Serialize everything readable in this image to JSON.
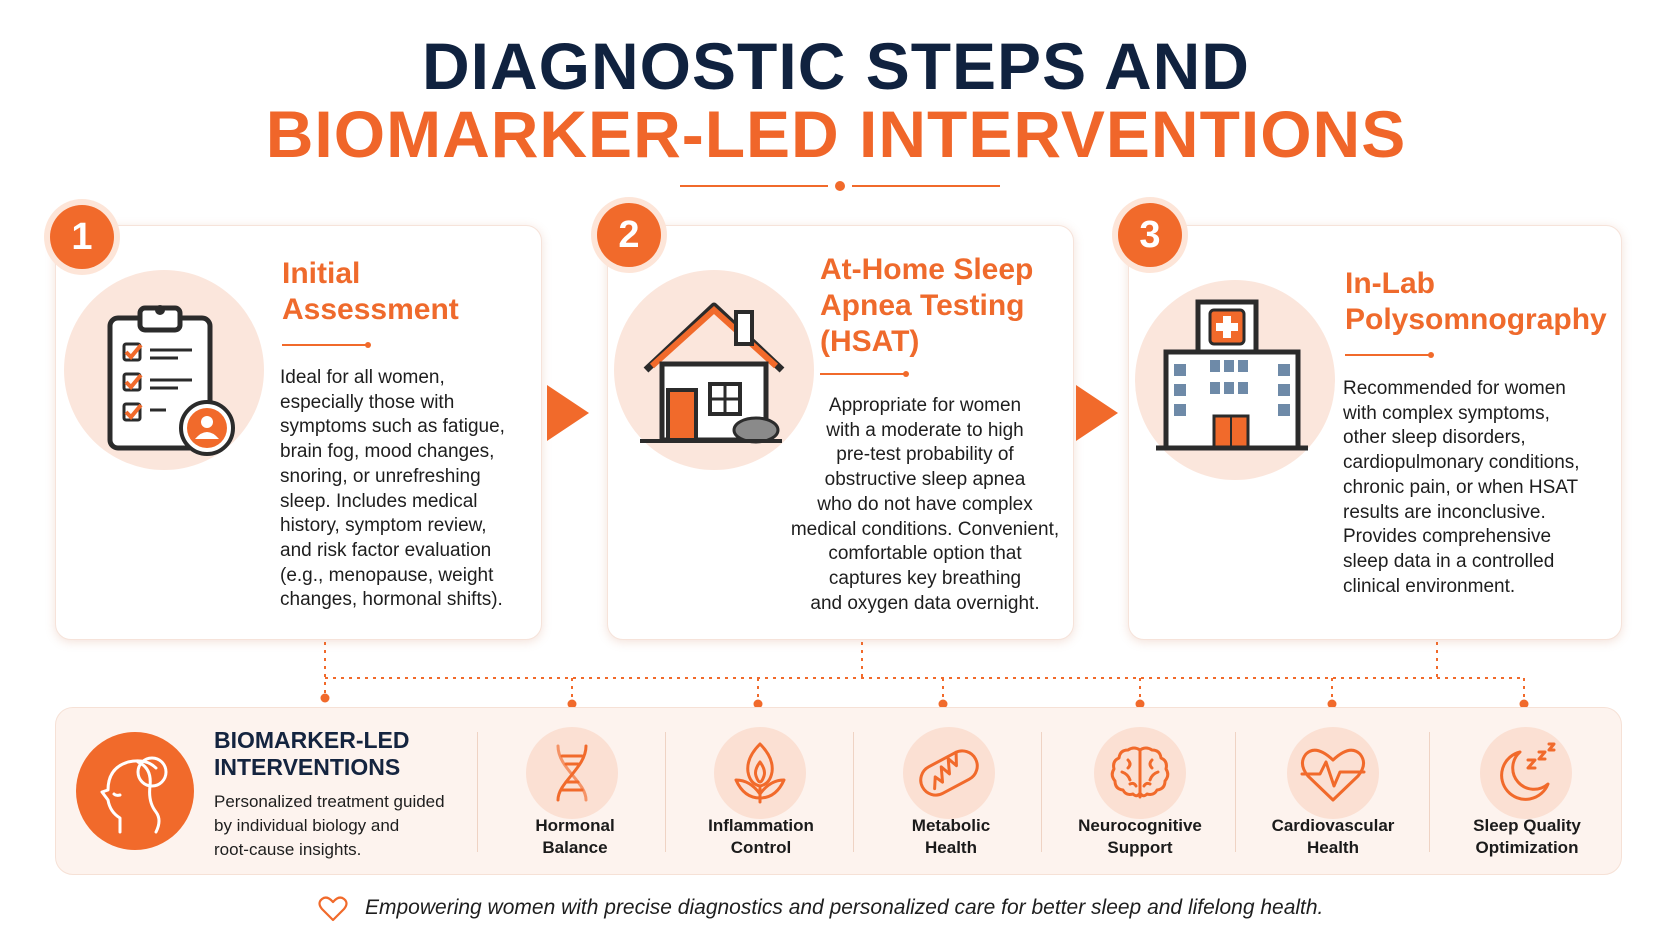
{
  "title": {
    "line1": "DIAGNOSTIC STEPS AND",
    "line2": "BIOMARKER-LED INTERVENTIONS"
  },
  "colors": {
    "accent": "#f16a2b",
    "navy": "#10223f",
    "soft": "#fbe6dc"
  },
  "steps": [
    {
      "number": "1",
      "title_lines": [
        "Initial",
        "Assessment"
      ],
      "icon": "clipboard-checklist-icon",
      "text_lines": [
        "Ideal for all women,",
        "especially those with",
        "symptoms such as fatigue,",
        "brain fog, mood changes,",
        "snoring, or unrefreshing",
        "sleep. Includes medical",
        "history, symptom review,",
        "and risk factor evaluation",
        "(e.g., menopause, weight",
        "changes, hormonal shifts)."
      ]
    },
    {
      "number": "2",
      "title_lines": [
        "At-Home Sleep",
        "Apnea Testing",
        "(HSAT)"
      ],
      "icon": "house-icon",
      "text_lines": [
        "Appropriate for women",
        "with a moderate to high",
        "pre-test probability of",
        "obstructive sleep apnea",
        "who do not have complex",
        "medical conditions. Convenient,",
        "comfortable option that",
        "captures key breathing",
        "and oxygen data overnight."
      ]
    },
    {
      "number": "3",
      "title_lines": [
        "In-Lab",
        "Polysomnography"
      ],
      "icon": "hospital-icon",
      "text_lines": [
        "Recommended for women",
        "with complex symptoms,",
        "other sleep disorders,",
        "cardiopulmonary conditions,",
        "chronic pain, or when HSAT",
        "results are inconclusive.",
        "Provides comprehensive",
        "sleep data in a controlled",
        "clinical environment."
      ]
    }
  ],
  "biomarker": {
    "title_lines": [
      "BIOMARKER-LED",
      "INTERVENTIONS"
    ],
    "desc_lines": [
      "Personalized treatment guided",
      "by individual biology and",
      "root-cause insights."
    ],
    "icon": "woman-profile-icon",
    "items": [
      {
        "label_lines": [
          "Hormonal",
          "Balance"
        ],
        "icon": "dna-icon"
      },
      {
        "label_lines": [
          "Inflammation",
          "Control"
        ],
        "icon": "flame-leaf-icon"
      },
      {
        "label_lines": [
          "Metabolic",
          "Health"
        ],
        "icon": "mitochondria-icon"
      },
      {
        "label_lines": [
          "Neurocognitive",
          "Support"
        ],
        "icon": "brain-icon"
      },
      {
        "label_lines": [
          "Cardiovascular",
          "Health"
        ],
        "icon": "heart-pulse-icon"
      },
      {
        "label_lines": [
          "Sleep Quality",
          "Optimization"
        ],
        "icon": "moon-zzz-icon"
      }
    ]
  },
  "footer": {
    "text": "Empowering women with precise diagnostics and personalized care for better sleep and lifelong health.",
    "icon": "heart-outline-icon"
  }
}
